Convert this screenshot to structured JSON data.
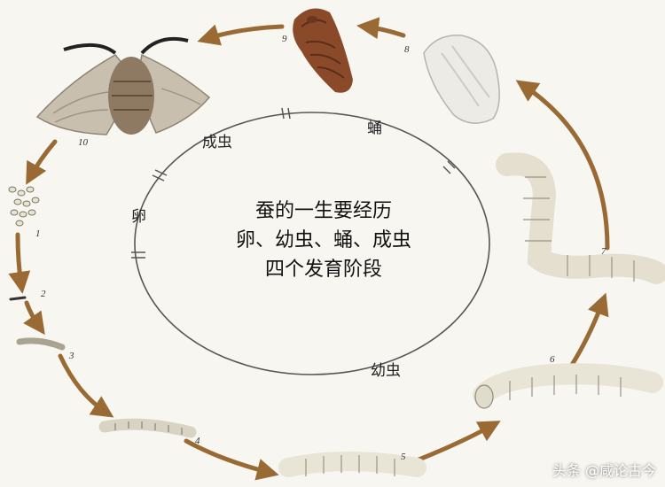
{
  "title_lines": [
    "蚕的一生要经历",
    "卵、幼虫、蛹、成虫",
    "四个发育阶段"
  ],
  "stages": {
    "egg": "卵",
    "larva": "幼虫",
    "pupa": "蛹",
    "adult": "成虫"
  },
  "step_numbers": [
    "1",
    "2",
    "3",
    "4",
    "5",
    "6",
    "7",
    "8",
    "9",
    "10"
  ],
  "watermark": "头条 @咸论古今",
  "colors": {
    "arrow": "#9a6a35",
    "cycle_line": "#555555",
    "larva_body": "#e8e4d6",
    "pupa": "#8a4a2a",
    "cocoon": "#ecebe6",
    "moth": "#c9bfae",
    "background": "#f7f6f1"
  }
}
